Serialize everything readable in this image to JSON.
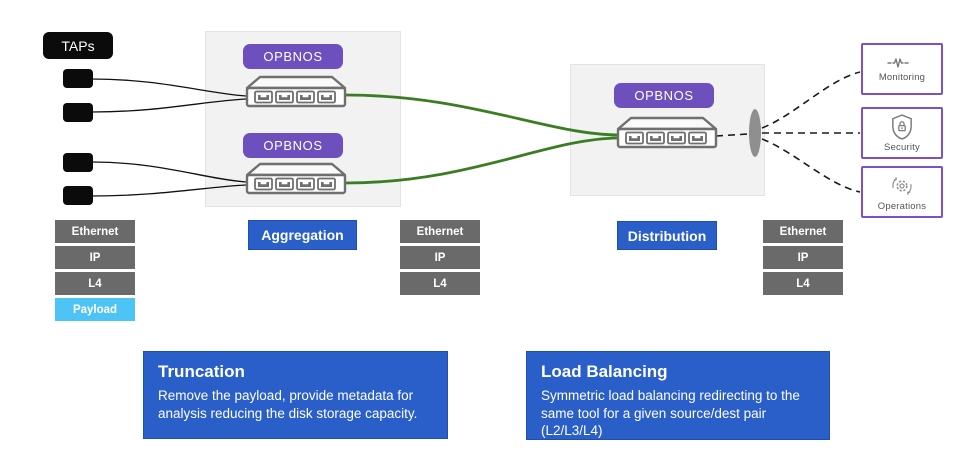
{
  "palette": {
    "blue": "#2a5ec8",
    "purple": "#6e4fbe",
    "purple_border": "#7b50c8",
    "light_blue": "#4ec3f5",
    "dark_gray": "#6a6a6a",
    "green": "#3a7d22",
    "zone_bg": "#f2f2f2",
    "zone_border": "#e3e3e3"
  },
  "taps": {
    "label": "TAPs"
  },
  "aggregation": {
    "zone_label": "Aggregation",
    "devices": [
      {
        "name": "OPBNOS"
      },
      {
        "name": "OPBNOS"
      }
    ]
  },
  "distribution": {
    "zone_label": "Distribution",
    "devices": [
      {
        "name": "OPBNOS"
      }
    ]
  },
  "tools": [
    {
      "label": "Monitoring",
      "icon": "pulse-icon"
    },
    {
      "label": "Security",
      "icon": "shield-lock-icon"
    },
    {
      "label": "Operations",
      "icon": "gear-sync-icon"
    }
  ],
  "stacks": [
    {
      "rows": [
        {
          "label": "Ethernet"
        },
        {
          "label": "IP"
        },
        {
          "label": "L4"
        },
        {
          "label": "Payload",
          "highlight": true
        }
      ]
    },
    {
      "rows": [
        {
          "label": "Ethernet"
        },
        {
          "label": "IP"
        },
        {
          "label": "L4"
        }
      ]
    },
    {
      "rows": [
        {
          "label": "Ethernet"
        },
        {
          "label": "IP"
        },
        {
          "label": "L4"
        }
      ]
    }
  ],
  "callouts": [
    {
      "title": "Truncation",
      "body": "Remove the payload, provide metadata for analysis reducing the disk storage capacity."
    },
    {
      "title": "Load Balancing",
      "body": "Symmetric load balancing redirecting to the same tool  for a given source/dest pair (L2/L3/L4)"
    }
  ]
}
